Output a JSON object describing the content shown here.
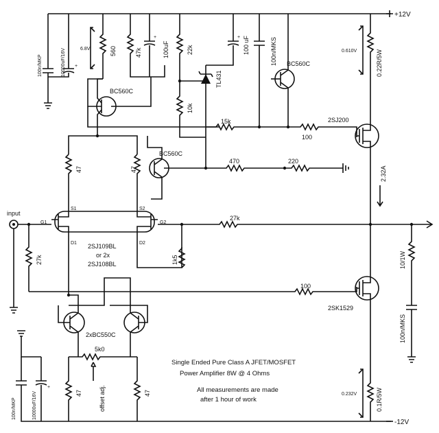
{
  "rails": {
    "pos": "+12V",
    "neg": "-12V"
  },
  "input_label": "input",
  "components": {
    "c_100n_mkp_top": "100n/MKP",
    "c_10000u_top": "10000uF/16V",
    "meter_6v8": "6.8V",
    "r_560": "560",
    "r_47k": "47k",
    "c_100uf_left": "100uF",
    "r_22k": "22k",
    "tl431": "TL431",
    "c_100uf_mid": "100 uF",
    "c_100n_mks_top": "100n/MKS",
    "q_bc560c_topright": "BC560C",
    "meter_0610v": "0.610V",
    "r_022": "0.22R/5W",
    "q_bc560c_left": "BC560C",
    "r_10k": "10k",
    "r_15k": "15k",
    "q_2sj200": "2SJ200",
    "r_100_top": "100",
    "r_47_left": "47",
    "r_47_right": "47",
    "q_bc560c_mid": "BC560C",
    "r_470": "470",
    "r_220": "220",
    "current_232": "2.32A",
    "pin_s1": "S1",
    "pin_s2": "S2",
    "pin_g1": "G1",
    "pin_g2": "G2",
    "pin_d1": "D1",
    "pin_d2": "D2",
    "r_27k_fb": "27k",
    "jfet_line1": "2SJ109BL",
    "jfet_line2": "or 2x",
    "jfet_line3": "2SJ108BL",
    "r_27k_in": "27k",
    "r_1k5": "1k5",
    "r_10_1w": "10/1W",
    "r_100_bot": "100",
    "q_2sk1529": "2SK1529",
    "c_100n_mks_bot": "100n/MKS",
    "q_2xbc550c": "2xBC550C",
    "c_100n_mkp_bot": "100n/MKP",
    "c_10000u_bot": "10000uF/16V",
    "pot_5k0": "5k0",
    "offset_adj": "offset adj.",
    "r_47_bl": "47",
    "r_47_br": "47",
    "meter_0232v": "0.232V",
    "r_01": "0.1R/5W"
  },
  "notes": {
    "line1": "Single Ended Pure Class A JFET/MOSFET",
    "line2": "Power Amplifier 8W @ 4 Ohms",
    "line3": "All measurements are made",
    "line4": "after 1 hour of  work"
  }
}
